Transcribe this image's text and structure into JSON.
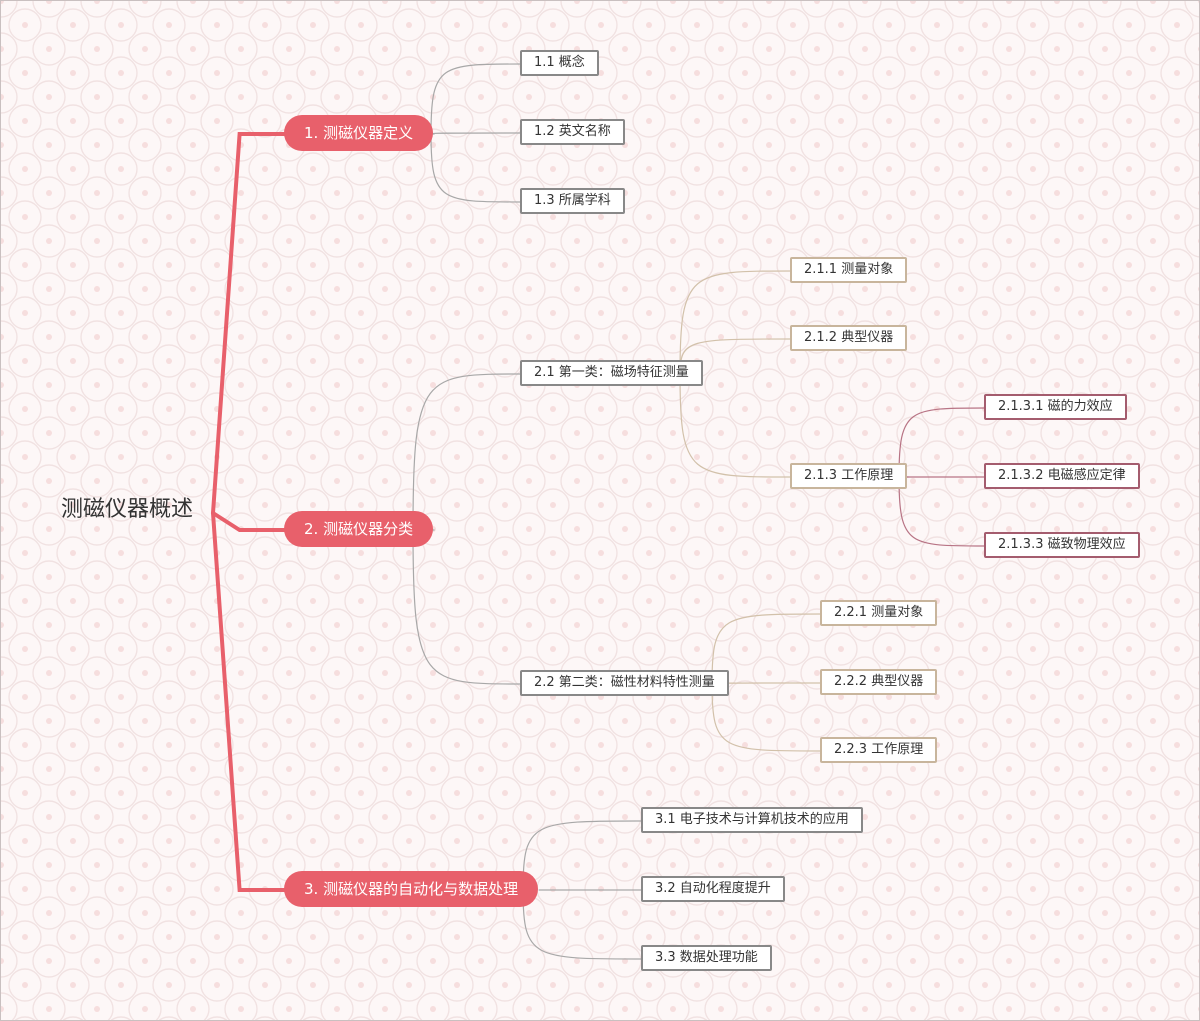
{
  "root": {
    "label": "测磁仪器概述",
    "children": [
      {
        "label": "1. 测磁仪器定义",
        "children": [
          {
            "label": "1.1 概念"
          },
          {
            "label": "1.2 英文名称"
          },
          {
            "label": "1.3 所属学科"
          }
        ]
      },
      {
        "label": "2. 测磁仪器分类",
        "children": [
          {
            "label": "2.1 第一类：磁场特征测量",
            "children": [
              {
                "label": "2.1.1 测量对象"
              },
              {
                "label": "2.1.2 典型仪器"
              },
              {
                "label": "2.1.3 工作原理",
                "children": [
                  {
                    "label": "2.1.3.1 磁的力效应"
                  },
                  {
                    "label": "2.1.3.2 电磁感应定律"
                  },
                  {
                    "label": "2.1.3.3 磁致物理效应"
                  }
                ]
              }
            ]
          },
          {
            "label": "2.2 第二类：磁性材料特性测量",
            "children": [
              {
                "label": "2.2.1 测量对象"
              },
              {
                "label": "2.2.2 典型仪器"
              },
              {
                "label": "2.2.3 工作原理"
              }
            ]
          }
        ]
      },
      {
        "label": "3. 测磁仪器的自动化与数据处理",
        "children": [
          {
            "label": "3.1 电子技术与计算机技术的应用"
          },
          {
            "label": "3.2 自动化程度提升"
          },
          {
            "label": "3.3 数据处理功能"
          }
        ]
      }
    ]
  },
  "colors": {
    "branch_fill": "#e8606b",
    "root_link": "#e8606b",
    "link_gray": "#a8a8a8",
    "box_border_gray": "#888888",
    "box_border_tan": "#c8b59c",
    "link_tan": "#d2c1aa",
    "box_border_mauve": "#a45c6e",
    "link_mauve": "#b87485",
    "background": "#fdf7f7",
    "pattern": "#f3e3e3"
  }
}
